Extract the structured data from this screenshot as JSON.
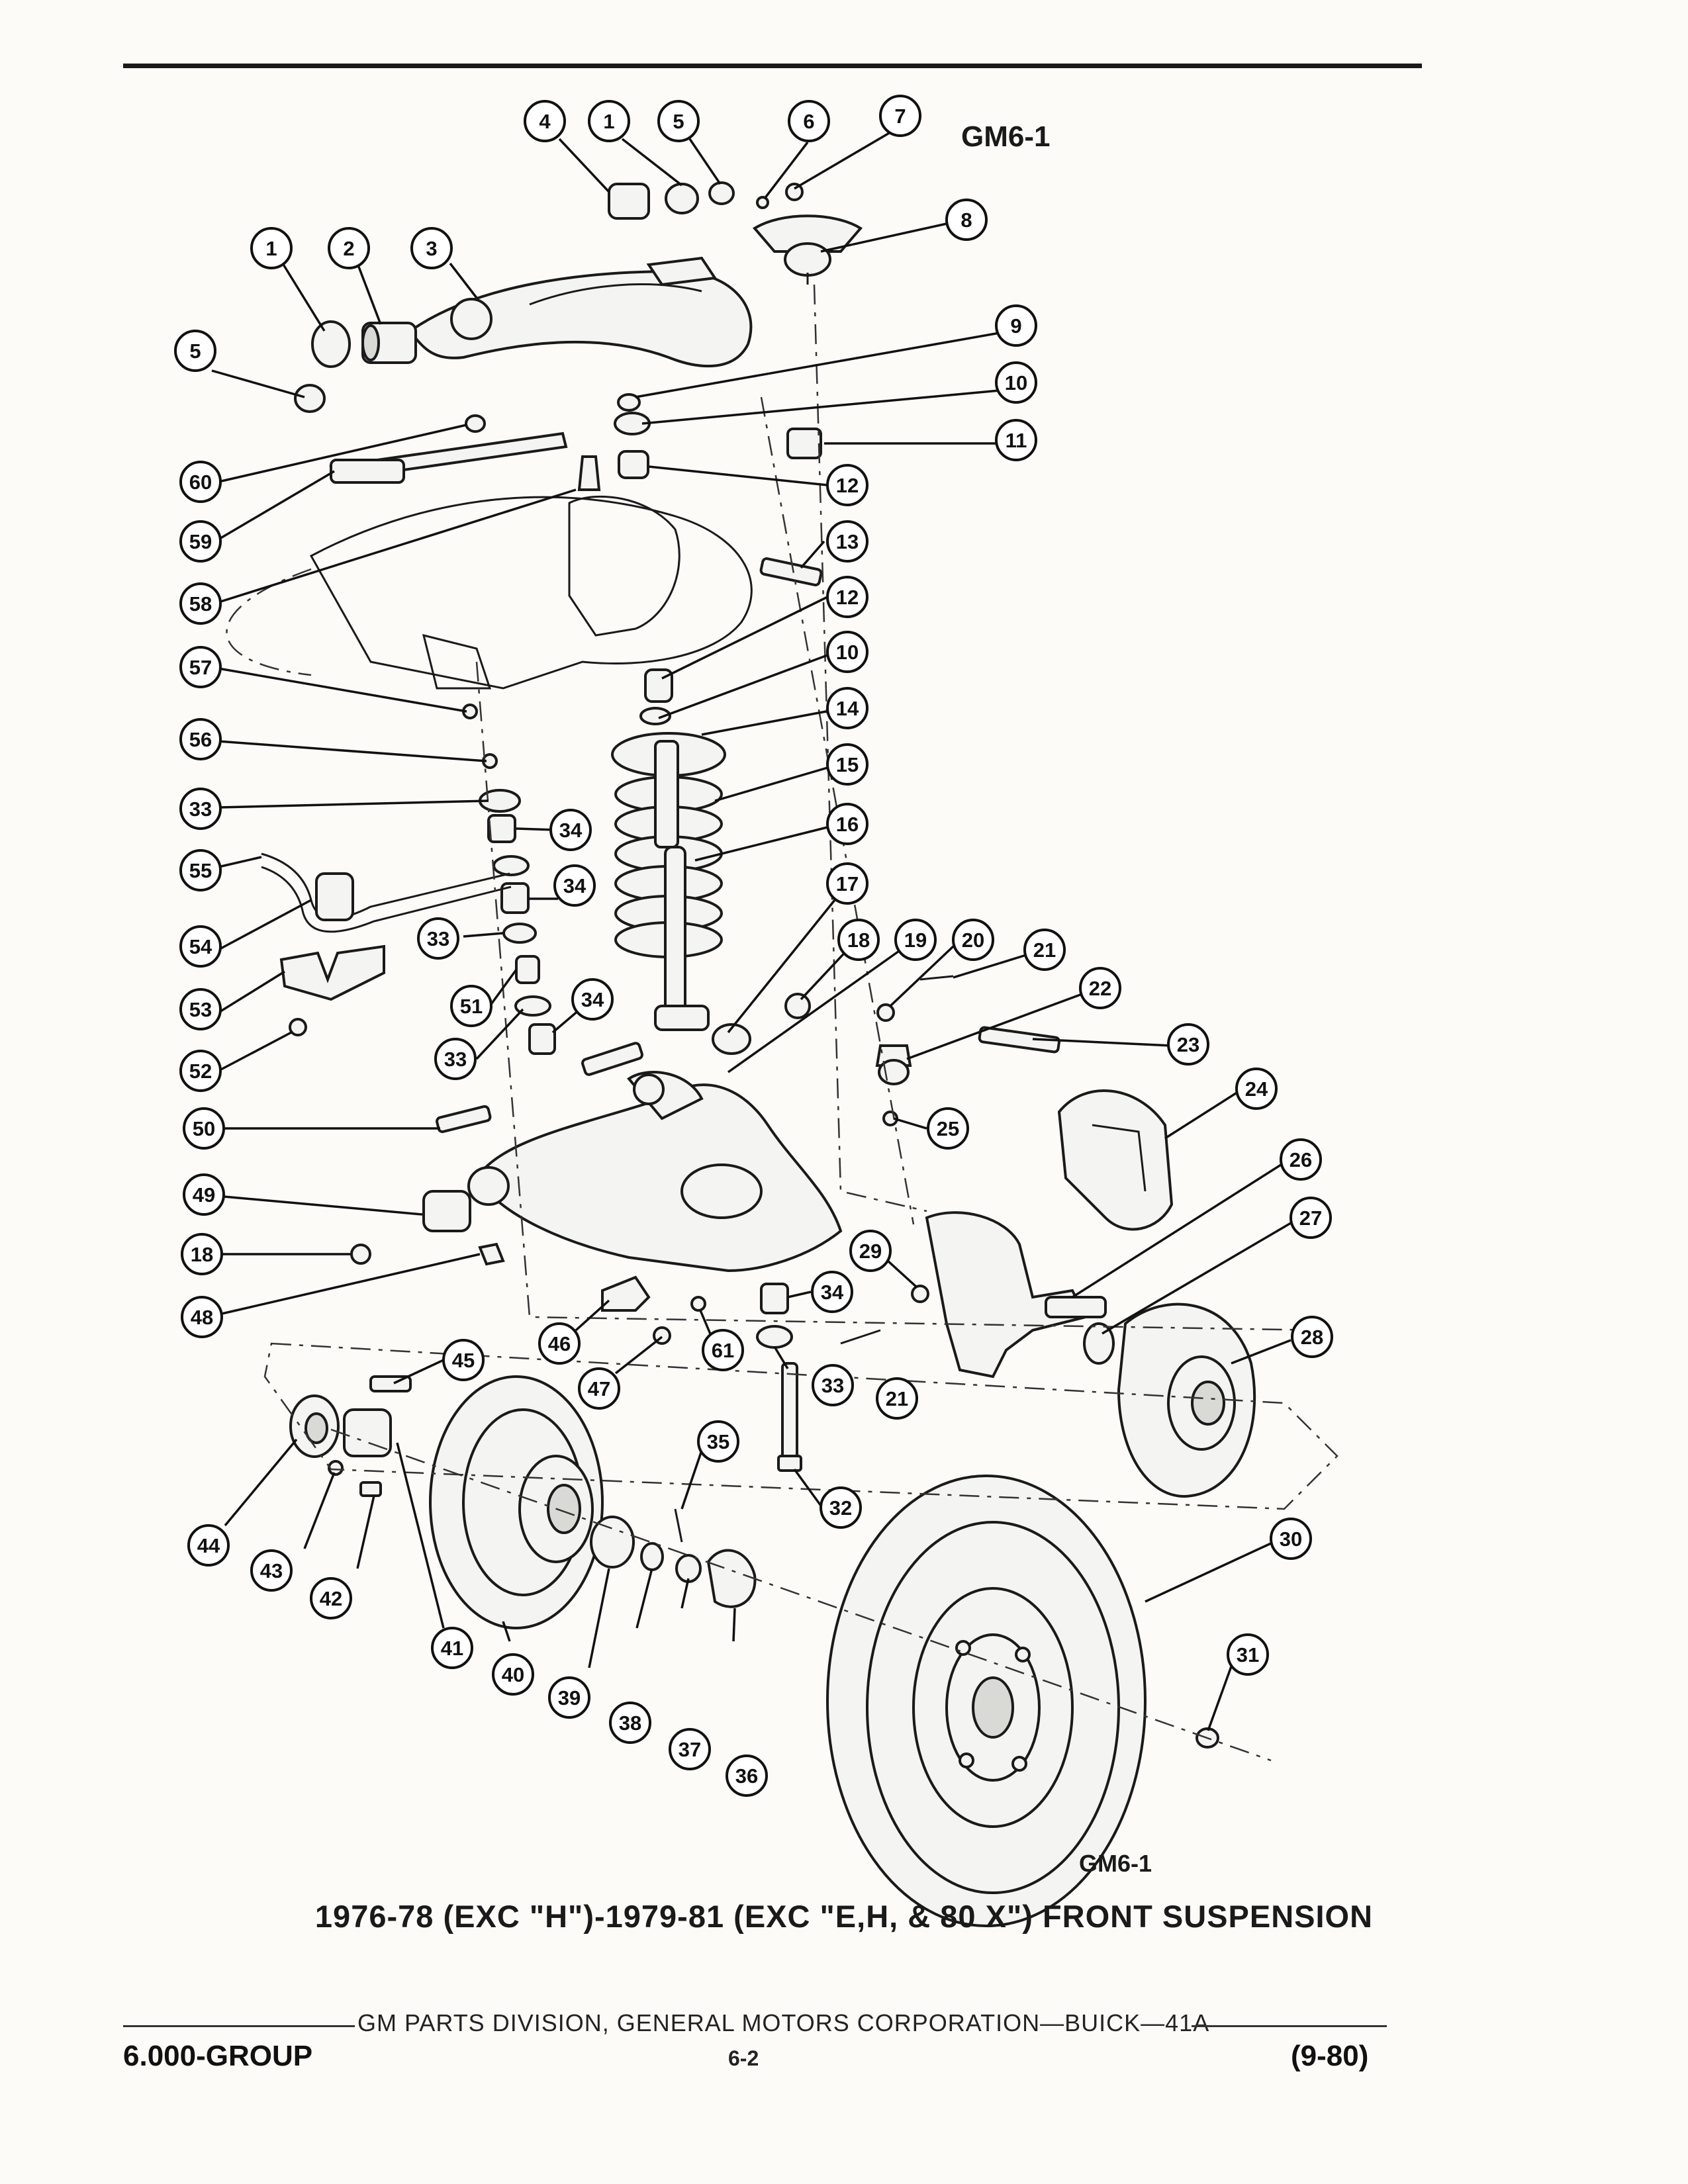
{
  "header": {
    "figure_id_top": "GM6-1",
    "figure_id_bottom": "GM6-1"
  },
  "caption": "1976-78 (EXC \"H\")-1979-81 (EXC \"E,H, & 80 X\") FRONT SUSPENSION",
  "footer": {
    "publisher": "GM PARTS DIVISION, GENERAL MOTORS CORPORATION—BUICK—41A",
    "group": "6.000-GROUP",
    "page": "6-2",
    "date": "(9-80)"
  },
  "callouts": [
    "1",
    "2",
    "3",
    "4",
    "5",
    "6",
    "7",
    "8",
    "9",
    "10",
    "11",
    "12",
    "13",
    "14",
    "15",
    "16",
    "17",
    "18",
    "19",
    "20",
    "21",
    "22",
    "23",
    "24",
    "25",
    "26",
    "27",
    "28",
    "29",
    "30",
    "31",
    "32",
    "33",
    "34",
    "35",
    "36",
    "37",
    "38",
    "39",
    "40",
    "41",
    "42",
    "43",
    "44",
    "45",
    "46",
    "47",
    "48",
    "49",
    "50",
    "51",
    "52",
    "53",
    "54",
    "55",
    "56",
    "57",
    "58",
    "59",
    "60",
    "61"
  ]
}
